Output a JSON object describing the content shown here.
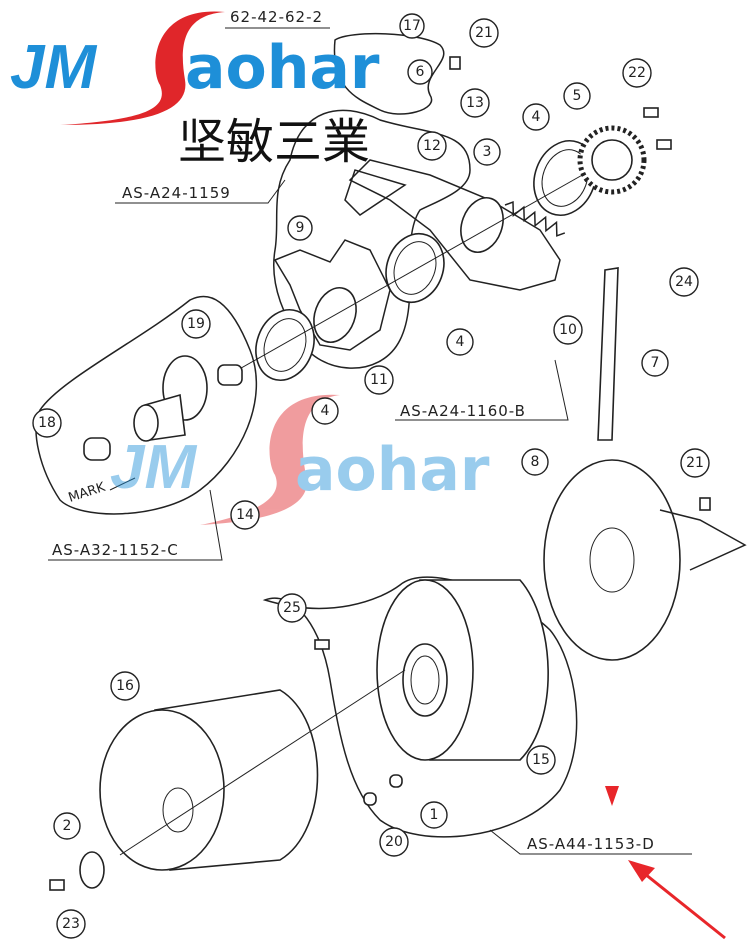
{
  "watermark": {
    "brand_left": "JM",
    "brand_right": "aohar",
    "brand_cn": "坚敏三業",
    "colors": {
      "blue": "#1e8fd8",
      "red": "#e0262a"
    }
  },
  "assemblies": {
    "top": "62-42-62-2",
    "a24_1159": "AS-A24-1159",
    "a24_1160": "AS-A24-1160-B",
    "a32_1152": "AS-A32-1152-C",
    "a44_1153": "AS-A44-1153-D"
  },
  "mark_label": "MARK",
  "callouts": [
    "21",
    "17",
    "6",
    "13",
    "22",
    "5",
    "4",
    "12",
    "3",
    "9",
    "24",
    "10",
    "7",
    "4",
    "11",
    "19",
    "4",
    "18",
    "14",
    "8",
    "21",
    "25",
    "16",
    "15",
    "1",
    "20",
    "2",
    "23"
  ],
  "annotation_arrow_color": "#e8262a"
}
